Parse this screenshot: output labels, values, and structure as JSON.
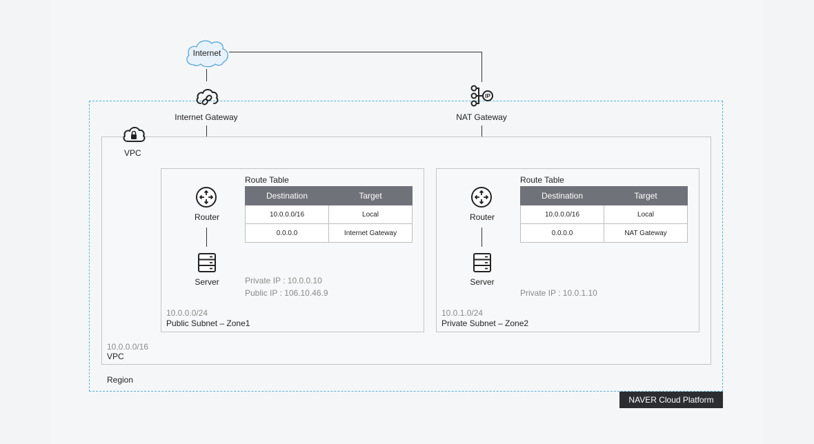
{
  "internet_label": "Internet",
  "internet_gateway_label": "Internet Gateway",
  "nat_gateway_label": "NAT Gateway",
  "vpc_top_label": "VPC",
  "region_label": "Region",
  "vpc_cidr": "10.0.0.0/16",
  "vpc_bottom_label": "VPC",
  "brand": "NAVER Cloud Platform",
  "public_subnet": {
    "route_table_title": "Route Table",
    "headers": [
      "Destination",
      "Target"
    ],
    "rows": [
      [
        "10.0.0.0/16",
        "Local"
      ],
      [
        "0.0.0.0",
        "Internet Gateway"
      ]
    ],
    "router_label": "Router",
    "server_label": "Server",
    "private_ip": "Private IP : 10.0.0.10",
    "public_ip": "Public IP : 106.10.46.9",
    "cidr": "10.0.0.0/24",
    "name": "Public Subnet – Zone1"
  },
  "private_subnet": {
    "route_table_title": "Route Table",
    "headers": [
      "Destination",
      "Target"
    ],
    "rows": [
      [
        "10.0.0.0/16",
        "Local"
      ],
      [
        "0.0.0.0",
        "NAT Gateway"
      ]
    ],
    "router_label": "Router",
    "server_label": "Server",
    "private_ip": "Private IP : 10.0.1.10",
    "cidr": "10.0.1.0/24",
    "name": "Private Subnet – Zone2"
  }
}
